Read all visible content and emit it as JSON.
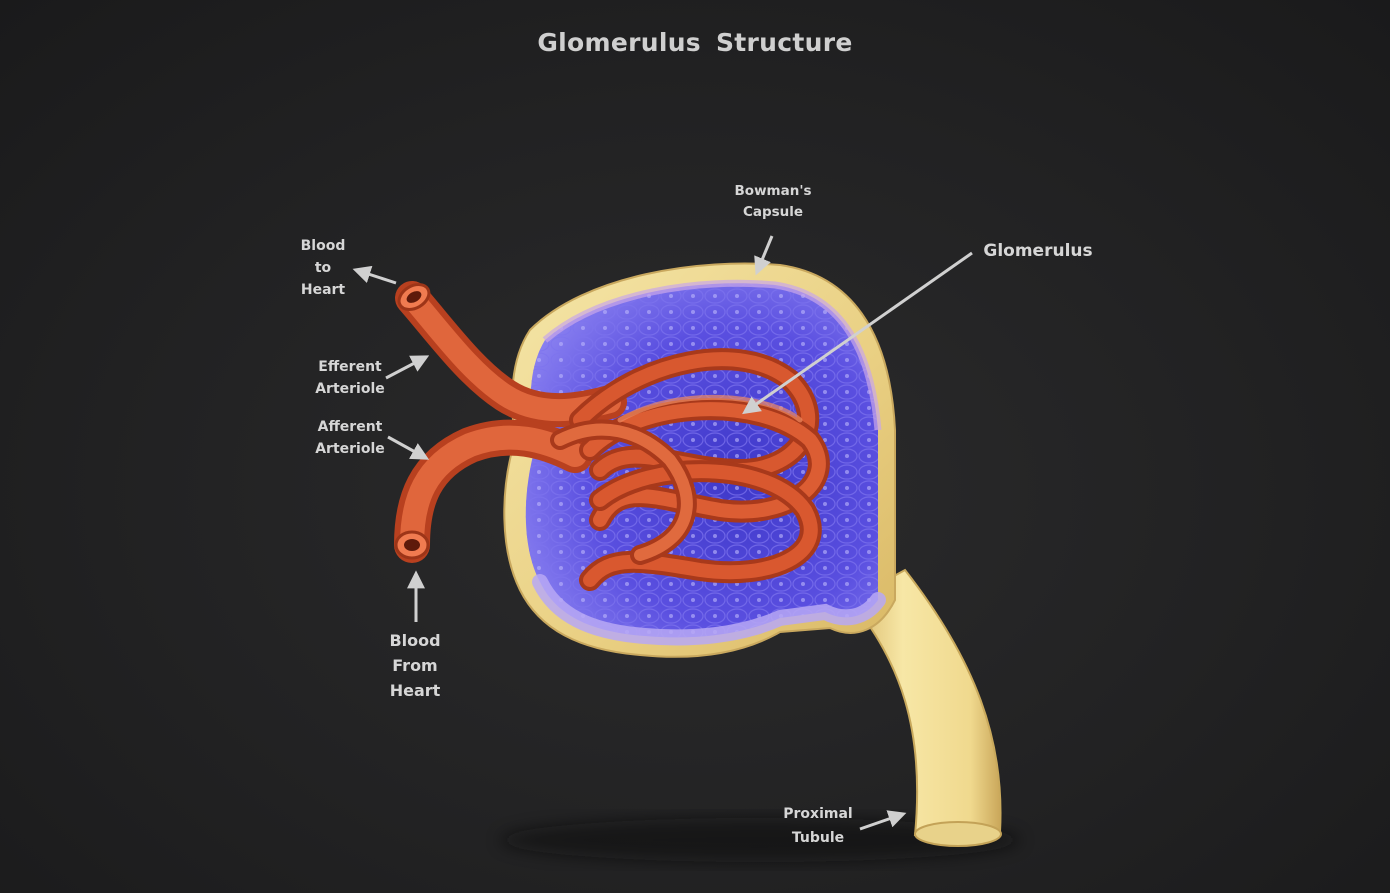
{
  "title": "Glomerulus  Structure",
  "labels": {
    "blood_to_heart": [
      "Blood",
      "to",
      "Heart"
    ],
    "efferent_arteriole": [
      "Efferent",
      "Arteriole"
    ],
    "afferent_arteriole": [
      "Afferent",
      "Arteriole"
    ],
    "blood_from_heart": [
      "Blood",
      "From",
      "Heart"
    ],
    "bowmans_capsule": [
      "Bowman's",
      "Capsule"
    ],
    "glomerulus": "Glomerulus",
    "proximal_tubule": [
      "Proximal",
      "Tubule"
    ]
  },
  "colors": {
    "background": "#222223",
    "capsule": "#f0d98e",
    "inner_cells": "#6a5ce6",
    "vessels": "#d9532e",
    "label_text": "#d6d6d6"
  }
}
